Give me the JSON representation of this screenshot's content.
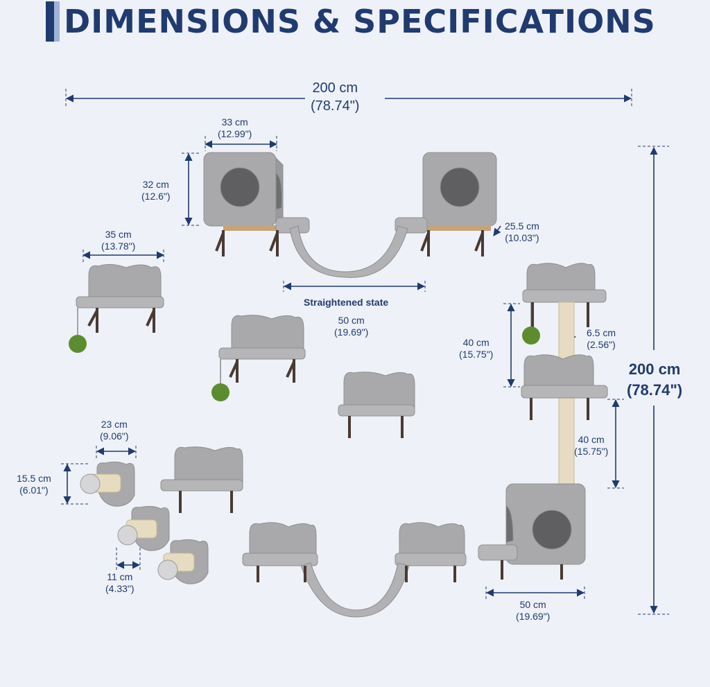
{
  "title": "DIMENSIONS & SPECIFICATIONS",
  "colors": {
    "accent": "#1f3b70",
    "product_gray": "#a9a9ab",
    "bracket": "#4a3a32",
    "sisal": "#e7dcc2",
    "ball": "#5c8c2e"
  },
  "dimensions": {
    "total_width": {
      "cm": "200 cm",
      "in": "(78.74\")"
    },
    "total_height": {
      "cm": "200 cm",
      "in": "(78.74\")"
    },
    "condo_width": {
      "cm": "33 cm",
      "in": "(12.99\")"
    },
    "condo_height": {
      "cm": "32 cm",
      "in": "(12.6\")"
    },
    "condo_depth": {
      "cm": "25.5 cm",
      "in": "(10.03\")"
    },
    "bed_width": {
      "cm": "35 cm",
      "in": "(13.78\")"
    },
    "bridge_straightened": {
      "state": "Straightened state",
      "cm": "50 cm",
      "in": "(19.69\")"
    },
    "post_width": {
      "cm": "6.5 cm",
      "in": "(2.56\")"
    },
    "tier_gap_upper": {
      "cm": "40 cm",
      "in": "(15.75\")"
    },
    "tier_gap_lower": {
      "cm": "40 cm",
      "in": "(15.75\")"
    },
    "step_width": {
      "cm": "23 cm",
      "in": "(9.06\")"
    },
    "step_height": {
      "cm": "15.5 cm",
      "in": "(6.01\")"
    },
    "step_post": {
      "cm": "11 cm",
      "in": "(4.33\")"
    },
    "bottom_condo_width": {
      "cm": "50 cm",
      "in": "(19.69\")"
    }
  }
}
